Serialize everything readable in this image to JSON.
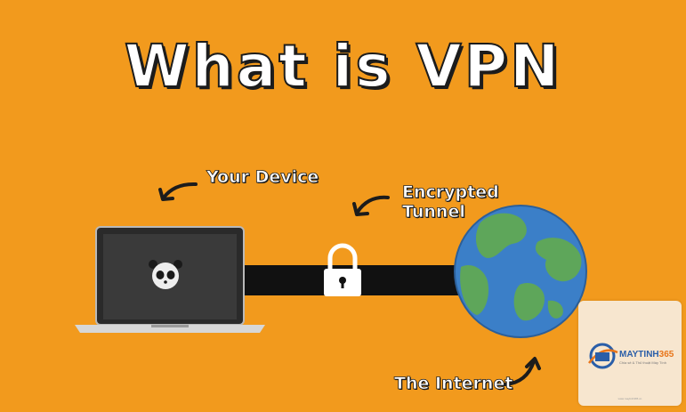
{
  "title": "What is VPN",
  "labels": {
    "device": "Your Device",
    "tunnel_line1": "Encrypted",
    "tunnel_line2": "Tunnel",
    "internet": "The Internet"
  },
  "watermark": {
    "brand_main": "MAYTINH",
    "brand_num": "365",
    "tagline": "Chia sẻ & Thủ thuật Máy Tính",
    "url": "www.maytinh365.vn"
  },
  "colors": {
    "background": "#f29a1d",
    "tunnel": "#111111",
    "ocean": "#3b7fc8",
    "land": "#5ea65a",
    "lock": "#ffffff"
  },
  "icons": [
    "laptop-icon",
    "panda-logo-icon",
    "padlock-icon",
    "globe-icon",
    "arrow-icon"
  ]
}
